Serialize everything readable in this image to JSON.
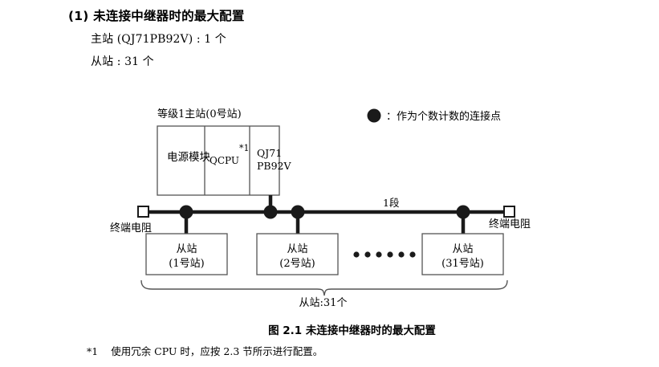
{
  "heading": {
    "number": "(1)",
    "title": "未连接中继器时的最大配置",
    "lines": [
      "主站 (QJ71PB92V) : 1 个",
      "从站 : 31 个"
    ]
  },
  "diagram": {
    "master": {
      "label": "等级1主站(0号站)",
      "cells": [
        {
          "name": "power-module",
          "text": "电源模块"
        },
        {
          "name": "qcpu",
          "text": "QCPU",
          "note": "*1"
        },
        {
          "name": "network-module",
          "line1": "QJ71",
          "line2": "PB92V"
        }
      ]
    },
    "legend": {
      "marker": "●",
      "separator": "：",
      "text": "作为个数计数的连接点",
      "full": "：作为个数计数的连接点"
    },
    "segment_label": "1段",
    "terminator_left": "终端电阻",
    "terminator_right": "终端电阻",
    "slaves": [
      {
        "title": "从站",
        "station": "(1号站)"
      },
      {
        "title": "从站",
        "station": "(2号站)"
      },
      {
        "title": "从站",
        "station": "(31号站)"
      }
    ],
    "ellipsis_dots": 6,
    "brace_caption": "从站:31个",
    "connection_point_count": 4
  },
  "figure_caption": "图 2.1  未连接中继器时的最大配置",
  "footnote": {
    "mark": "*1",
    "text": "使用冗余 CPU 时，应按 2.3 节所示进行配置。"
  },
  "colors": {
    "ink": "#000000",
    "bus": "#1a1a1a",
    "box_stroke": "#555555",
    "page_bg": "#ffffff"
  }
}
